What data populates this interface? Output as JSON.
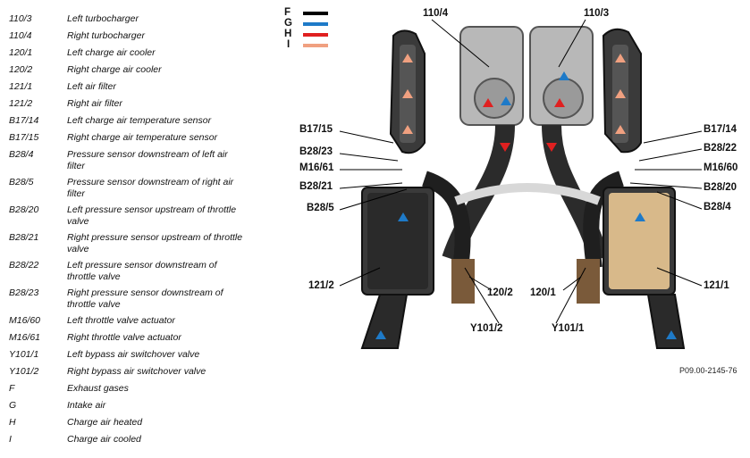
{
  "legend": [
    {
      "code": "110/3",
      "desc": "Left turbocharger"
    },
    {
      "code": "110/4",
      "desc": "Right turbocharger"
    },
    {
      "code": "120/1",
      "desc": "Left charge air cooler"
    },
    {
      "code": "120/2",
      "desc": "Right charge air cooler"
    },
    {
      "code": "121/1",
      "desc": "Left air filter"
    },
    {
      "code": "121/2",
      "desc": "Right air filter"
    },
    {
      "code": "B17/14",
      "desc": "Left charge air temperature sensor"
    },
    {
      "code": "B17/15",
      "desc": "Right charge air temperature sensor"
    },
    {
      "code": "B28/4",
      "desc": "Pressure sensor downstream of left air filter"
    },
    {
      "code": "B28/5",
      "desc": "Pressure sensor downstream of right air filter"
    },
    {
      "code": "B28/20",
      "desc": "Left pressure sensor upstream of throttle valve"
    },
    {
      "code": "B28/21",
      "desc": "Right pressure sensor upstream of throttle valve"
    },
    {
      "code": "B28/22",
      "desc": "Left pressure sensor downstream of throttle valve"
    },
    {
      "code": "B28/23",
      "desc": "Right pressure sensor downstream of throttle valve"
    },
    {
      "code": "M16/60",
      "desc": "Left throttle valve actuator"
    },
    {
      "code": "M16/61",
      "desc": "Right throttle valve actuator"
    },
    {
      "code": "Y101/1",
      "desc": "Left bypass air switchover valve"
    },
    {
      "code": "Y101/2",
      "desc": "Right bypass air switchover valve"
    },
    {
      "code": "F",
      "desc": "Exhaust gases"
    },
    {
      "code": "G",
      "desc": "Intake air"
    },
    {
      "code": "H",
      "desc": "Charge air heated"
    },
    {
      "code": "I",
      "desc": "Charge air cooled"
    }
  ],
  "key": [
    {
      "letter": "F",
      "color": "#000000"
    },
    {
      "letter": "G",
      "color": "#1e7ac8"
    },
    {
      "letter": "H",
      "color": "#e02020"
    },
    {
      "letter": "I",
      "color": "#f0a080"
    }
  ],
  "callouts": {
    "c110_4": "110/4",
    "c110_3": "110/3",
    "cB17_15": "B17/15",
    "cB28_23": "B28/23",
    "cM16_61": "M16/61",
    "cB28_21": "B28/21",
    "cB28_5": "B28/5",
    "c121_2": "121/2",
    "c120_2": "120/2",
    "cY101_2": "Y101/2",
    "cB17_14": "B17/14",
    "cB28_22": "B28/22",
    "cM16_60": "M16/60",
    "cB28_20": "B28/20",
    "cB28_4": "B28/4",
    "c121_1": "121/1",
    "c120_1": "120/1",
    "cY101_1": "Y101/1"
  },
  "figure_ref": "P09.00-2145-76"
}
